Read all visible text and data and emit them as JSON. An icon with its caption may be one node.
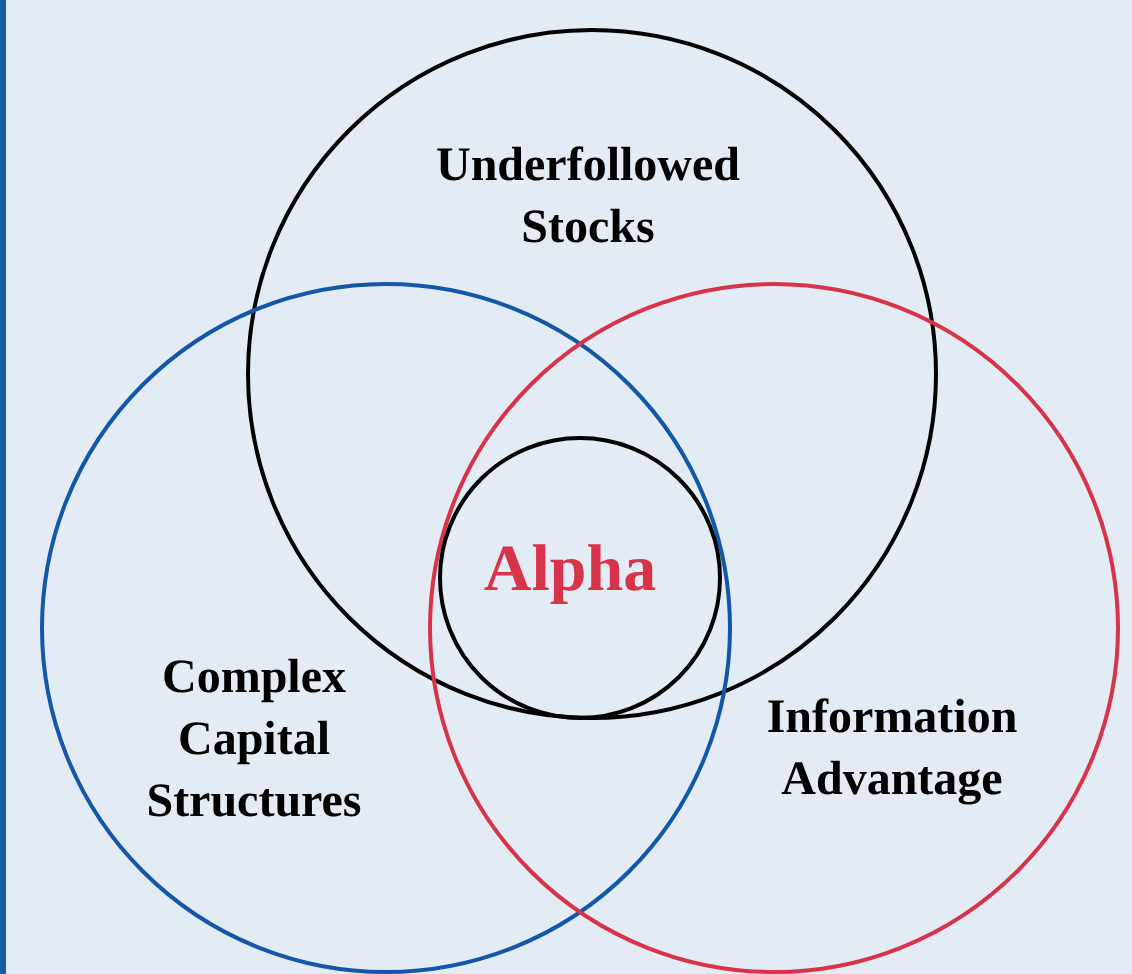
{
  "diagram": {
    "nodes": [
      {
        "text": [
          "Underfollowed Stocks"
        ]
      },
      {
        "text": [
          "Complex Capital Structures"
        ]
      },
      {
        "text": [
          "Information Advantage"
        ]
      },
      {
        "text": [
          "Alpha"
        ]
      }
    ]
  }
}
